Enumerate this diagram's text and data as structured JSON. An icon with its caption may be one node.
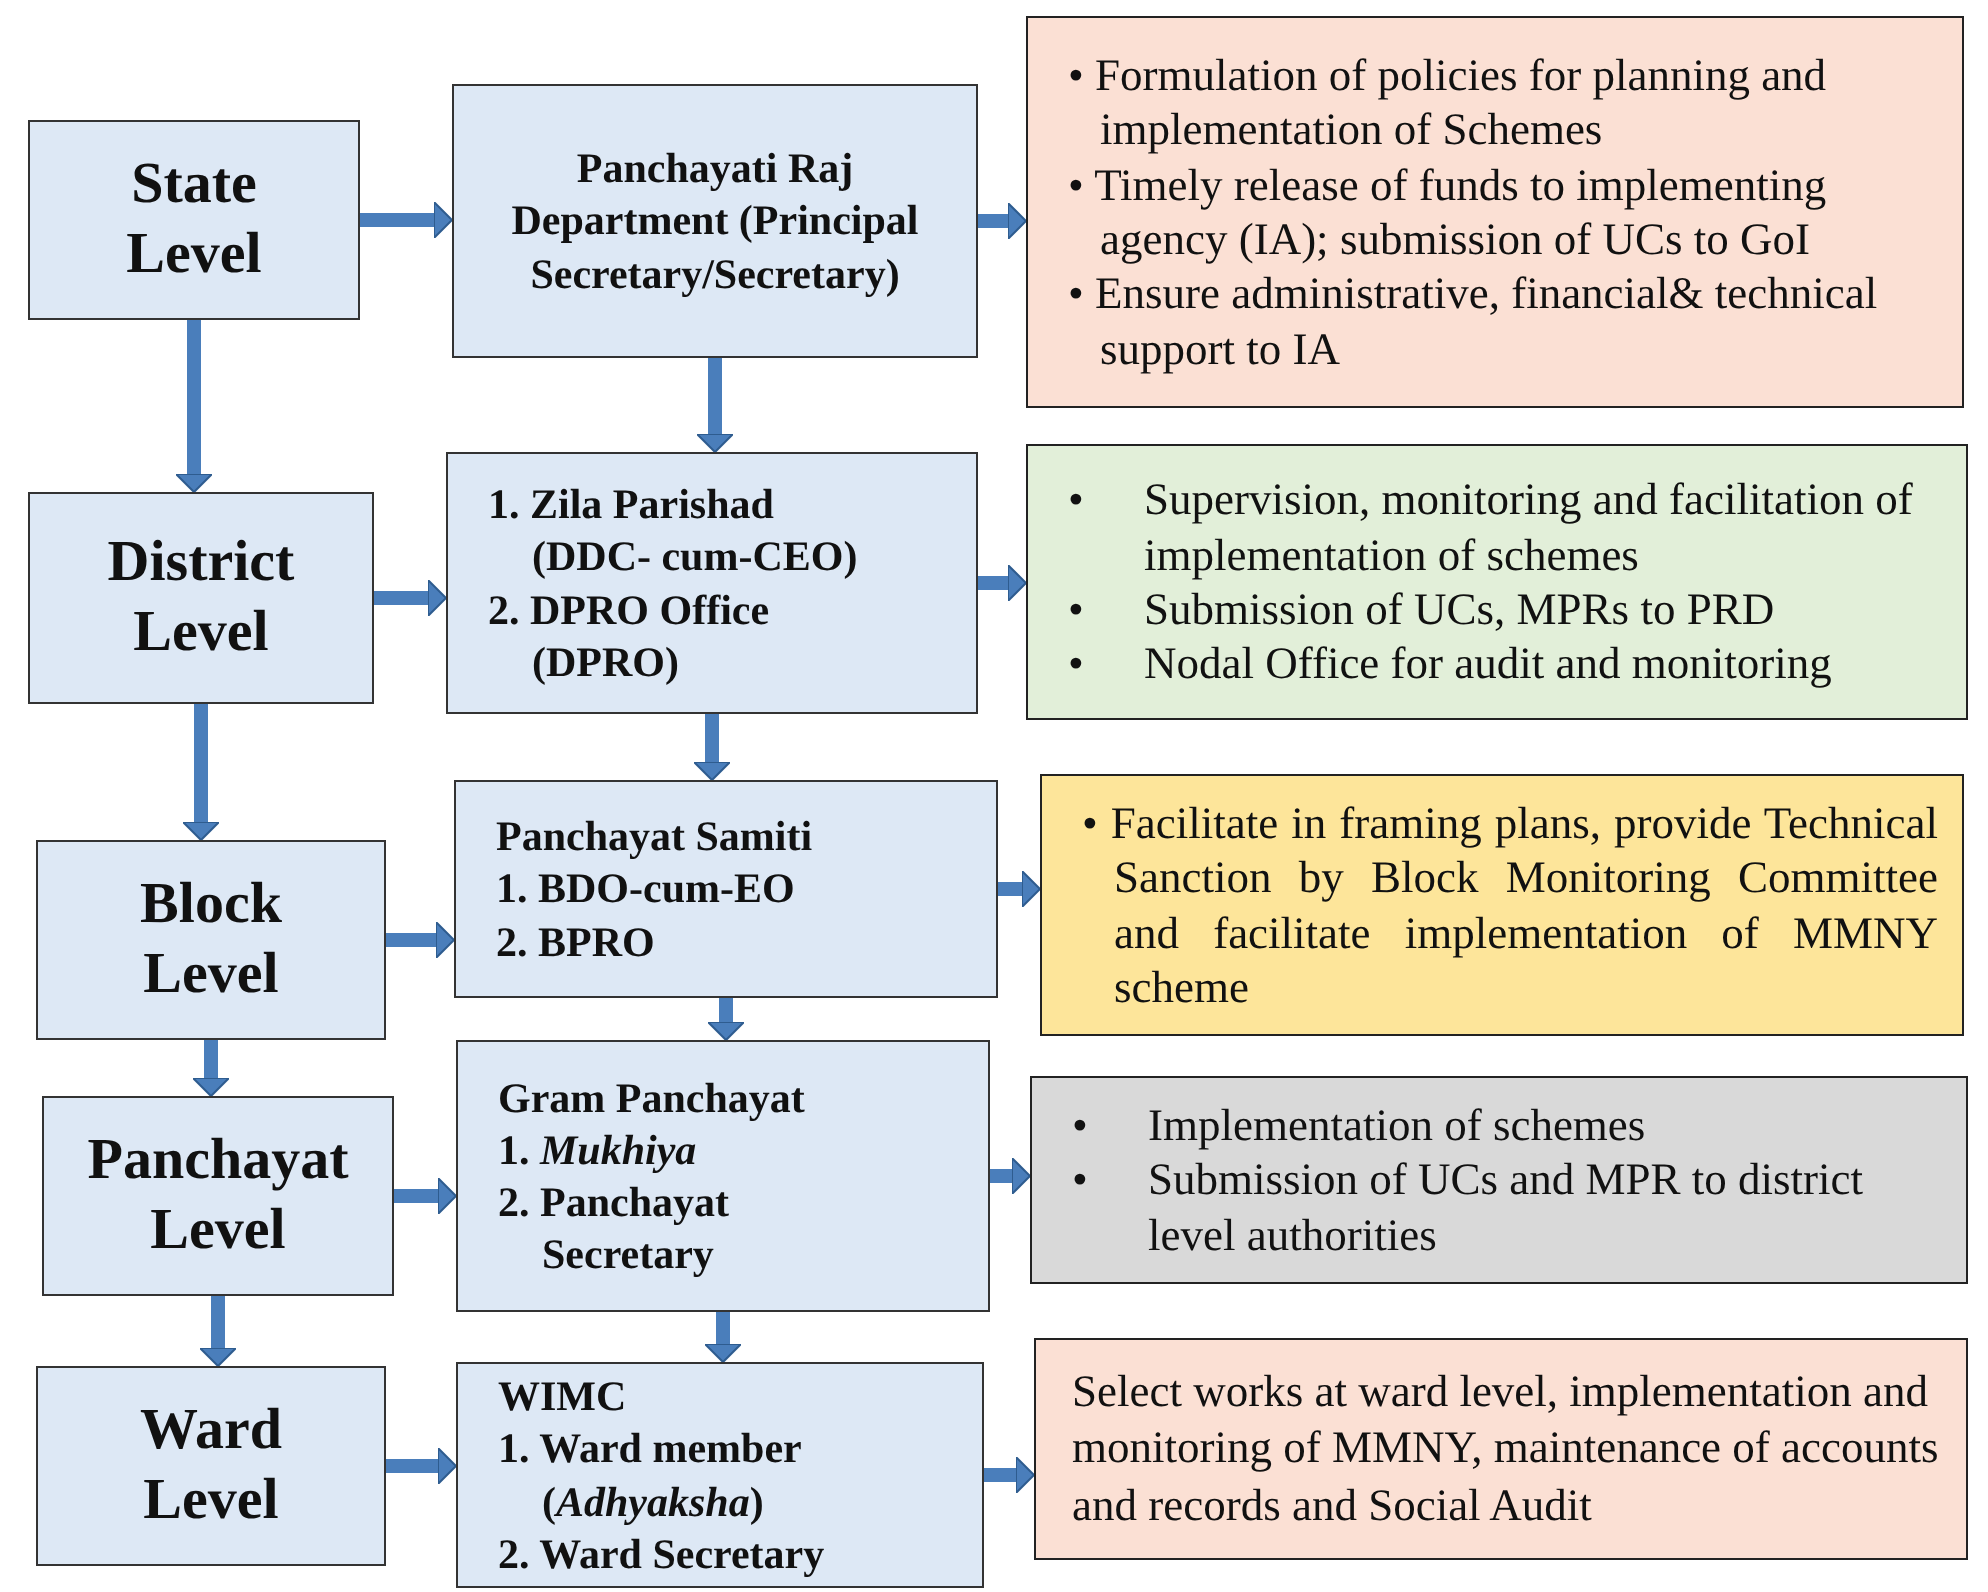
{
  "diagram": {
    "nodes": [
      {
        "text": [
          "State Level"
        ]
      },
      {
        "text": [
          "Panchayati Raj Department (Principal Secretary/Secretary)"
        ]
      },
      {
        "text": [
          "• Formulation of policies for planning and implementation of Schemes",
          "• Timely release of funds to implementing agency (IA); submission of UCs to GoI",
          "• Ensure administrative, financial& technical support to IA"
        ]
      },
      {
        "text": [
          "District Level"
        ]
      },
      {
        "text": [
          "1. Zila Parishad (DDC- cum-CEO)",
          "2. DPRO Office (DPRO)"
        ]
      },
      {
        "text": [
          "• Supervision, monitoring and facilitation of implementation of schemes",
          "• Submission of UCs, MPRs to PRD",
          "• Nodal Office for audit and monitoring"
        ]
      },
      {
        "text": [
          "Block Level"
        ]
      },
      {
        "text": [
          "Panchayat Samiti",
          "1. BDO-cum-EO",
          "2. BPRO"
        ]
      },
      {
        "text": [
          "• Facilitate in framing plans, provide Technical Sanction by Block Monitoring Committee and facilitate implementation of MMNY scheme"
        ]
      },
      {
        "text": [
          "Panchayat Level"
        ]
      },
      {
        "text": [
          "Gram Panchayat",
          "1. *Mukhiya*",
          "2. Panchayat Secretary"
        ]
      },
      {
        "text": [
          "• Implementation of schemes",
          "• Submission of UCs and MPR to district level authorities"
        ]
      },
      {
        "text": [
          "Ward Level"
        ]
      },
      {
        "text": [
          "WIMC",
          "1. Ward member (*Adhyaksha*)",
          "2. Ward Secretary"
        ]
      },
      {
        "text": [
          "Select works at ward level, implementation and monitoring of MMNY, maintenance of accounts and records and Social Audit"
        ]
      }
    ],
    "edges": [
      {
        "from": 0,
        "to": 1,
        "arrow": "to"
      },
      {
        "from": 1,
        "to": 2,
        "arrow": "to"
      },
      {
        "from": 0,
        "to": 3,
        "arrow": "to"
      },
      {
        "from": 1,
        "to": 4,
        "arrow": "to"
      },
      {
        "from": 3,
        "to": 4,
        "arrow": "to"
      },
      {
        "from": 4,
        "to": 5,
        "arrow": "to"
      },
      {
        "from": 3,
        "to": 6,
        "arrow": "to"
      },
      {
        "from": 4,
        "to": 7,
        "arrow": "to"
      },
      {
        "from": 6,
        "to": 7,
        "arrow": "to"
      },
      {
        "from": 7,
        "to": 8,
        "arrow": "to"
      },
      {
        "from": 6,
        "to": 9,
        "arrow": "to"
      },
      {
        "from": 7,
        "to": 10,
        "arrow": "to"
      },
      {
        "from": 9,
        "to": 10,
        "arrow": "to"
      },
      {
        "from": 10,
        "to": 11,
        "arrow": "to"
      },
      {
        "from": 9,
        "to": 12,
        "arrow": "to"
      },
      {
        "from": 10,
        "to": 13,
        "arrow": "to"
      },
      {
        "from": 12,
        "to": 13,
        "arrow": "to"
      },
      {
        "from": 13,
        "to": 14,
        "arrow": "to"
      }
    ]
  }
}
